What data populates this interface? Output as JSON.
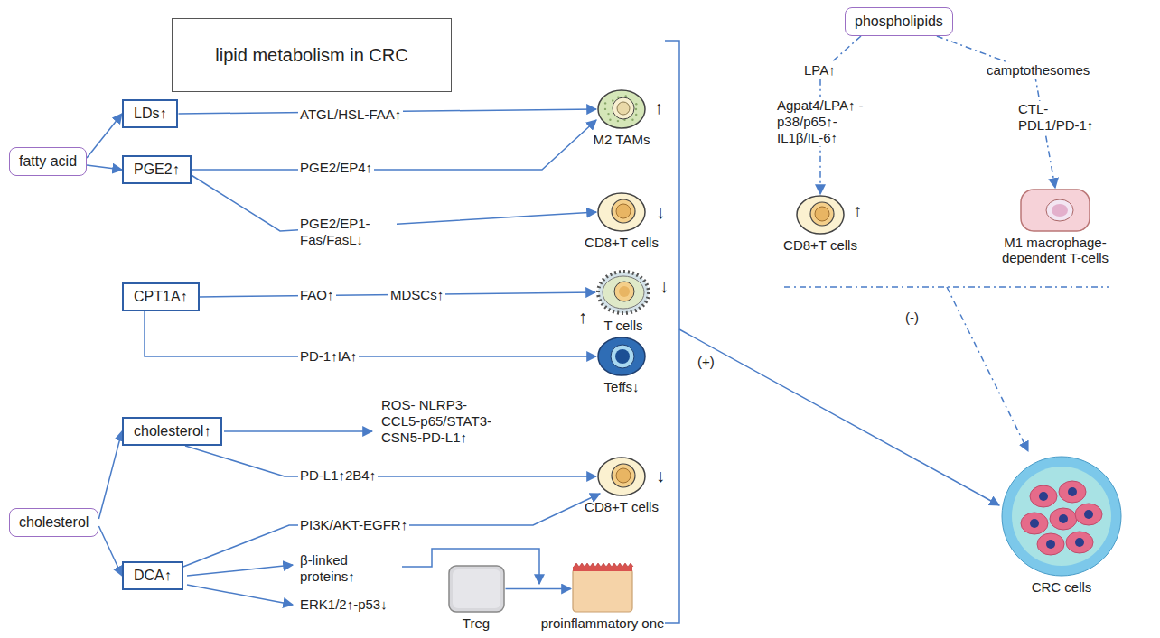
{
  "diagram": {
    "nodes": [
      {
        "text": [
          "lipid metabolism in CRC"
        ]
      },
      {
        "text": [
          "fatty acid"
        ]
      },
      {
        "text": [
          "LDs↑"
        ]
      },
      {
        "text": [
          "PGE2↑"
        ]
      },
      {
        "text": [
          "M2 TAMs"
        ]
      },
      {
        "text": [
          "CD8+T cells"
        ]
      },
      {
        "text": [
          "CPT1A↑"
        ]
      },
      {
        "text": [
          "T cells"
        ]
      },
      {
        "text": [
          "Teffs↓"
        ]
      },
      {
        "text": [
          "cholesterol↑"
        ]
      },
      {
        "text": [
          "cholesterol"
        ]
      },
      {
        "text": [
          "DCA↑"
        ]
      },
      {
        "text": [
          "CD8+T cells"
        ]
      },
      {
        "text": [
          "Treg"
        ]
      },
      {
        "text": [
          "proinflammatory one"
        ]
      },
      {
        "text": [
          "phospholipids"
        ]
      },
      {
        "text": [
          "CD8+T cells"
        ]
      },
      {
        "text": [
          "M1 macrophage- dependent T-cells"
        ]
      },
      {
        "text": [
          "CRC cells"
        ]
      }
    ],
    "edges": [
      {
        "from": 1,
        "to": 2,
        "arrow": "to"
      },
      {
        "from": 1,
        "to": 3,
        "arrow": "to"
      },
      {
        "from": 2,
        "to": 4,
        "arrow": "to",
        "label": "ATGL/HSL-FAA↑"
      },
      {
        "from": 3,
        "to": 4,
        "arrow": "to",
        "label": "PGE2/EP4↑"
      },
      {
        "from": 3,
        "to": 5,
        "arrow": "to",
        "label": "PGE2/EP1- Fas/FasL↓"
      },
      {
        "from": 6,
        "to": 7,
        "arrow": "to",
        "label": "FAO↑"
      },
      {
        "from": 6,
        "to": 8,
        "arrow": "to",
        "label": "PD-1↑IA↑"
      },
      {
        "from": 10,
        "to": 9,
        "arrow": "to"
      },
      {
        "from": 10,
        "to": 11,
        "arrow": "to"
      },
      {
        "from": 9,
        "to": 12,
        "arrow": "to",
        "label": "PD-L1↑2B4↑"
      },
      {
        "from": 11,
        "to": 12,
        "arrow": "to",
        "label": "PI3K/AKT-EGFR↑"
      },
      {
        "from": 13,
        "to": 14,
        "arrow": "to"
      },
      {
        "from": 15,
        "to": 16,
        "arrow": "to",
        "label": "LPA↑"
      },
      {
        "from": 15,
        "to": 17,
        "arrow": "to",
        "label": "camptothesomes"
      }
    ],
    "labels": [
      "MDSCs↑",
      "ROS- NLRP3- CCL5-p65/STAT3- CSN5-PD-L1↑",
      "β-linked proteins↑",
      "ERK1/2↑-p53↓",
      "Agpat4/LPA↑ -p38/p65↑- IL1β/IL-6↑",
      "CTL- PDL1/PD-1↑",
      "(+)",
      "(-)",
      "↑",
      "↓",
      "↑",
      "↓",
      "↓",
      "↑"
    ]
  }
}
